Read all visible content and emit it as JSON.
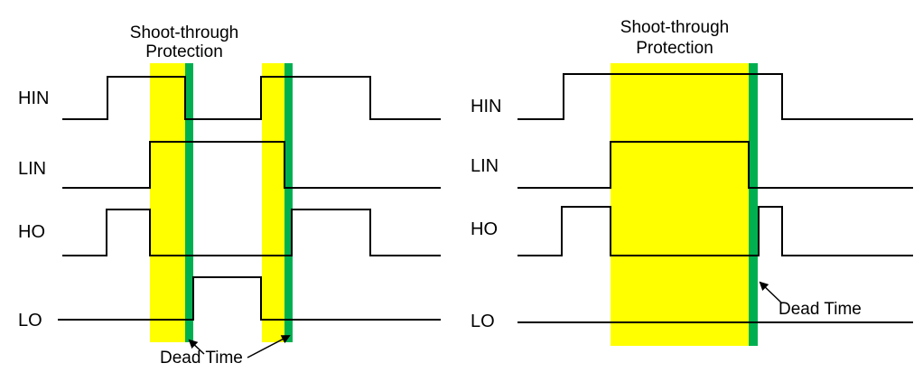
{
  "colors": {
    "protection": "#ffff00",
    "dead_time": "#00b050",
    "line": "#000000"
  },
  "left": {
    "title_line1": "Shoot-through",
    "title_line2": "Protection",
    "signals": [
      "HIN",
      "LIN",
      "HO",
      "LO"
    ],
    "dead_time_label": "Dead Time"
  },
  "right": {
    "title_line1": "Shoot-through",
    "title_line2": "Protection",
    "signals": [
      "HIN",
      "LIN",
      "HO",
      "LO"
    ],
    "dead_time_label": "Dead Time"
  }
}
